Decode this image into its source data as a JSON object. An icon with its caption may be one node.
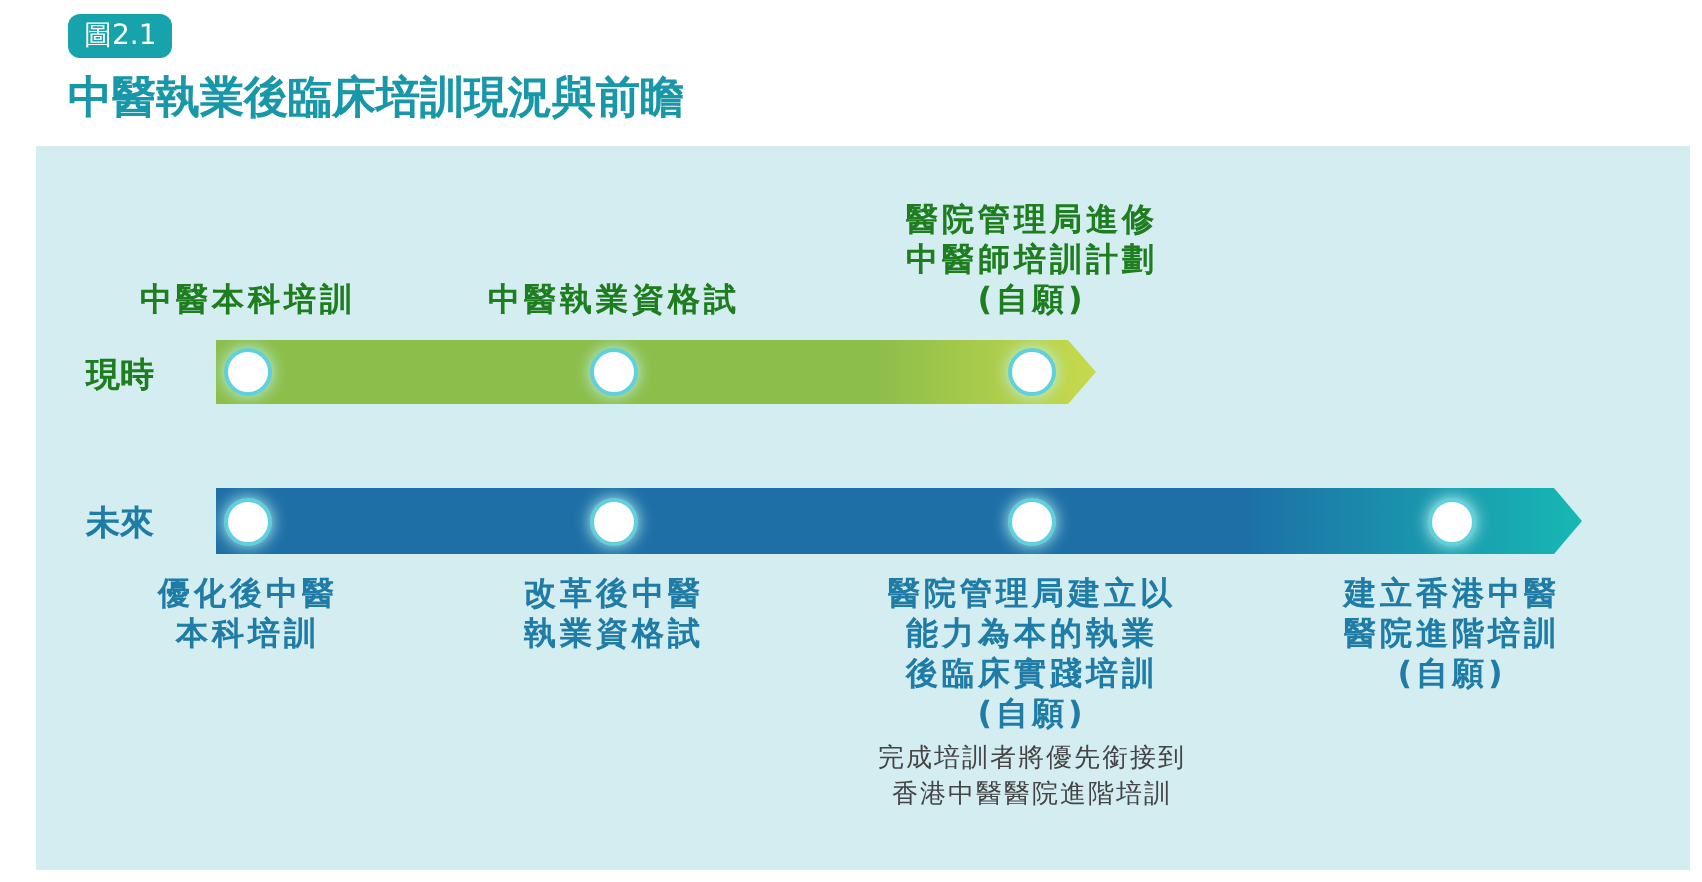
{
  "diagram": {
    "title": "中醫執業後臨床培訓現況與前瞻",
    "nodes": [
      {
        "text": [
          "現時"
        ]
      },
      {
        "text": [
          "中醫本科培訓"
        ],
        "in": 0
      },
      {
        "text": [
          "中醫執業資格試"
        ],
        "in": 0
      },
      {
        "text": [
          "醫院管理局進修中醫師培訓計劃",
          "(自願)"
        ],
        "in": 0
      },
      {
        "text": [
          "未來"
        ]
      },
      {
        "text": [
          "優化後中醫本科培訓"
        ],
        "in": 4
      },
      {
        "text": [
          "改革後中醫執業資格試"
        ],
        "in": 4
      },
      {
        "text": [
          "醫院管理局建立以能力為本的執業後臨床實踐培訓",
          "(自願)"
        ],
        "in": 4
      },
      {
        "text": [
          "建立香港中醫醫院進階培訓",
          "(自願)"
        ],
        "in": 4
      }
    ],
    "labels": [
      "圖2.1",
      "完成培訓者將優先銜接到香港中醫醫院進階培訓"
    ]
  }
}
